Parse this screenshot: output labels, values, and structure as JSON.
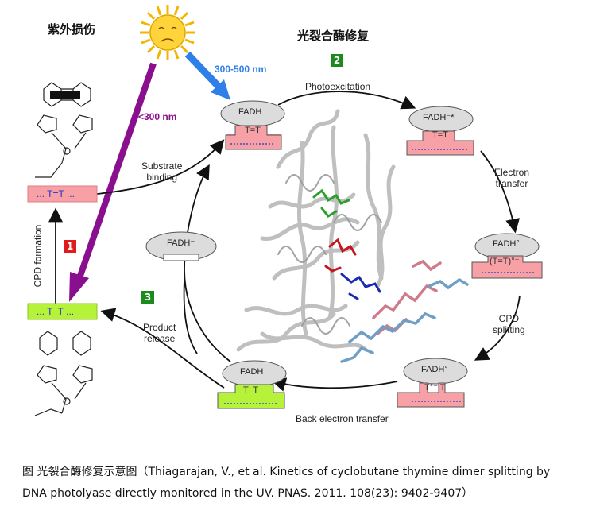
{
  "titles": {
    "uv_damage": "紫外损伤",
    "photolyase_repair": "光裂合酶修复"
  },
  "wavelengths": {
    "long": "300-500 nm",
    "short": "<300 nm"
  },
  "steps": {
    "photoexcitation": "Photoexcitation",
    "electron_transfer": "Electron\ntransfer",
    "cpd_splitting": "CPD\nsplitting",
    "back_electron_transfer": "Back electron transfer",
    "product_release": "Product\nrelease",
    "substrate_binding": "Substrate\nbinding",
    "cpd_formation": "CPD formation"
  },
  "badges": {
    "one": "1",
    "two": "2",
    "three": "3"
  },
  "states": {
    "s1_cofactor": "FADH⁻",
    "s1_substrate": "T=T",
    "s2_cofactor": "FADH⁻*",
    "s2_substrate": "T=T",
    "s3_cofactor": "FADH°",
    "s3_substrate": "(T=T)°⁻",
    "s4_cofactor": "FADH°",
    "s4_substrate": "T°⁻ T",
    "s5_cofactor": "FADH⁻",
    "s5_substrate": "T  T",
    "s6_cofactor": "FADH⁻"
  },
  "dna_strips": {
    "dimer": "... T=T ...",
    "repaired": "... T  T ..."
  },
  "colors": {
    "pink_strip": "#f7a1a7",
    "green_strip": "#b6f23a",
    "purple_arrow": "#8a0f8f",
    "blue_arrow": "#2f7fe8",
    "badge_red": "#e11b1b",
    "badge_green": "#1d8a1d"
  },
  "caption": {
    "line1": "图  光裂合酶修复示意图（Thiagarajan, V., et al. Kinetics of cyclobutane thymine dimer splitting by",
    "line2": "DNA photolyase directly monitored in the UV. PNAS. 2011. 108(23): 9402-9407）"
  }
}
